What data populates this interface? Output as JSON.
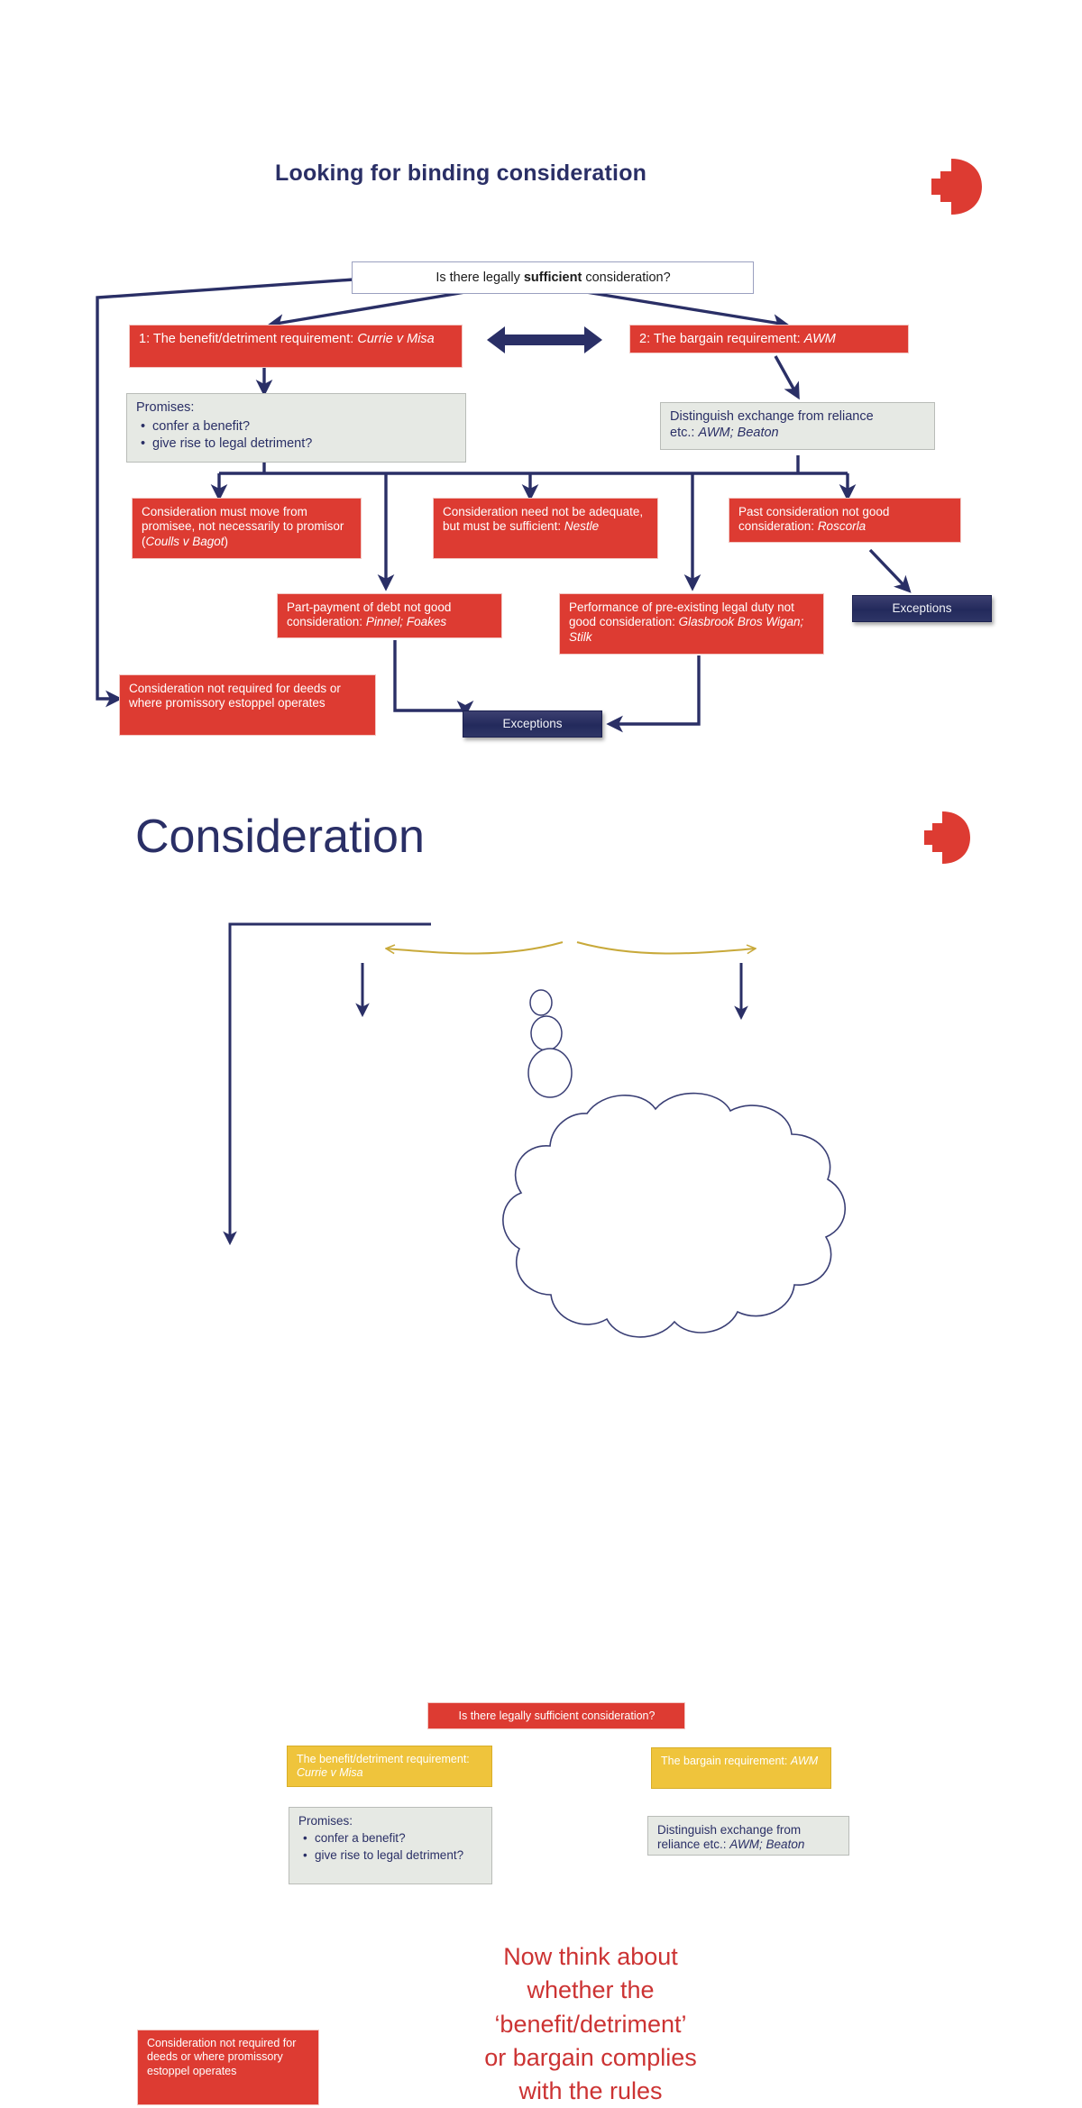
{
  "slide1": {
    "title": "Looking for binding consideration",
    "logo_color": "#dd3b32",
    "root": {
      "text_before": "Is there legally ",
      "text_bold": "sufficient",
      "text_after": " consideration?"
    },
    "branch_left": "1: The benefit/detriment requirement: ",
    "branch_left_case": "Currie v Misa",
    "branch_right": "2: The bargain requirement: ",
    "branch_right_case": "AWM",
    "promises": {
      "heading": "Promises:",
      "items": [
        "confer a benefit?",
        "give rise to legal detriment?"
      ]
    },
    "distinguish": {
      "line1": "Distinguish exchange from reliance",
      "line2_prefix": "etc.: ",
      "line2_case": "AWM; Beaton"
    },
    "rule_move_from_promisee": {
      "text": "Consideration must move from promisee, not necessarily to promisor (",
      "case": "Coulls v Bagot",
      "tail": ")"
    },
    "rule_adequate": {
      "text": "Consideration need not be adequate, but must be sufficient: ",
      "case": "Nestle"
    },
    "rule_past": {
      "text": "Past consideration not good consideration: ",
      "case": "Roscorla"
    },
    "rule_part_payment": {
      "text": "Part-payment of debt not good consideration: ",
      "case": "Pinnel; Foakes"
    },
    "rule_pre_existing": {
      "text": "Performance of pre-existing legal duty not good consideration: ",
      "case": "Glasbrook Bros Wigan; Stilk"
    },
    "rule_deeds": "Consideration not required for deeds or where promissory estoppel operates",
    "exceptions_right": "Exceptions",
    "exceptions_bottom": "Exceptions"
  },
  "slide2": {
    "title": "Consideration",
    "logo_color": "#dd3b32",
    "root": "Is there legally sufficient consideration?",
    "branch_left_prefix": "The benefit/detriment requirement: ",
    "branch_left_case": "Currie v Misa",
    "branch_right_prefix": "The bargain requirement: ",
    "branch_right_case": "AWM",
    "promises": {
      "heading": "Promises:",
      "items": [
        "confer a benefit?",
        "give rise to legal detriment?"
      ]
    },
    "distinguish": {
      "line1": "Distinguish exchange from",
      "line2_prefix": "reliance etc.: ",
      "line2_case": "AWM; Beaton"
    },
    "rule_deeds": "Consideration not required for deeds or where promissory estoppel operates",
    "thought_bubble": {
      "lines": [
        "Now think about",
        "whether the",
        "‘benefit/detriment’",
        "or bargain complies",
        "with the rules"
      ],
      "color": "#cc3333"
    }
  },
  "colors": {
    "red": "#dd3b32",
    "navy": "#2a2f66",
    "yellow": "#efc43c",
    "grey_box": "#e6e9e4"
  }
}
